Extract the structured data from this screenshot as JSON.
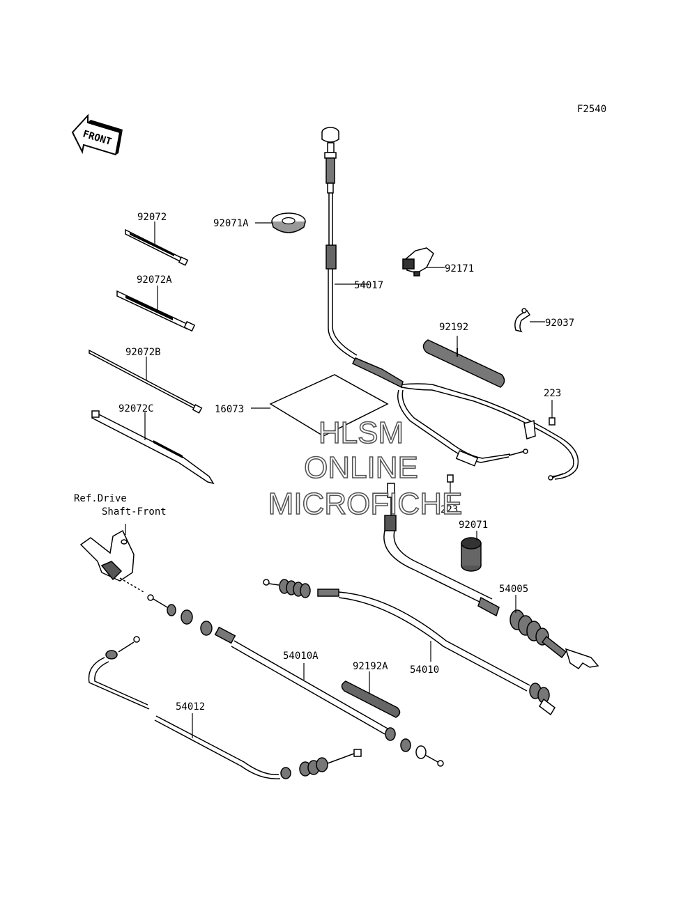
{
  "figure_code": "F2540",
  "front_arrow": "FRONT",
  "reference_note": {
    "line1": "Ref.Drive",
    "line2": "Shaft-Front"
  },
  "parts": {
    "p92072": "92072",
    "p92072A": "92072A",
    "p92072B": "92072B",
    "p92072C": "92072C",
    "p92071A": "92071A",
    "p54017": "54017",
    "p92171": "92171",
    "p92037": "92037",
    "p92192": "92192",
    "p16073": "16073",
    "p223a": "223",
    "p223b": "223",
    "p92071": "92071",
    "p54005": "54005",
    "p54010A": "54010A",
    "p54010": "54010",
    "p92192A": "92192A",
    "p54012": "54012"
  },
  "watermark": {
    "line1": "HLSM",
    "line2": "ONLINE",
    "line3": "MICROFICHE"
  }
}
